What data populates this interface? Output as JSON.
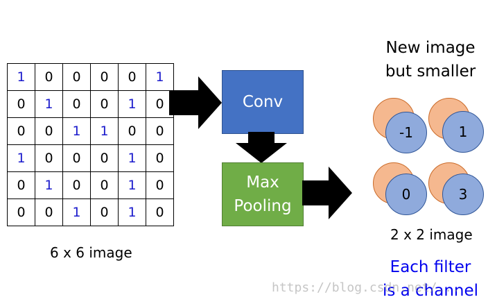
{
  "matrix": [
    [
      "1",
      "0",
      "0",
      "0",
      "0",
      "1"
    ],
    [
      "0",
      "1",
      "0",
      "0",
      "1",
      "0"
    ],
    [
      "0",
      "0",
      "1",
      "1",
      "0",
      "0"
    ],
    [
      "1",
      "0",
      "0",
      "0",
      "1",
      "0"
    ],
    [
      "0",
      "1",
      "0",
      "0",
      "1",
      "0"
    ],
    [
      "0",
      "0",
      "1",
      "0",
      "1",
      "0"
    ]
  ],
  "labels": {
    "input_caption": "6 x 6 image",
    "conv": "Conv",
    "pool_line1": "Max",
    "pool_line2": "Pooling",
    "title_line1": "New image",
    "title_line2": "but smaller",
    "output_caption": "2 x 2 image",
    "note_line1": "Each filter",
    "note_line2": "is a channel",
    "watermark": "https://blog.csdn.net/..."
  },
  "outputs": [
    "-1",
    "1",
    "0",
    "3"
  ],
  "colors": {
    "conv_box": "#4472c4",
    "pool_box": "#70ad47",
    "one_digit": "#1a1acc",
    "back_circle": "#f4b183",
    "front_circle": "#8faadc",
    "note_text": "#0000ee"
  }
}
